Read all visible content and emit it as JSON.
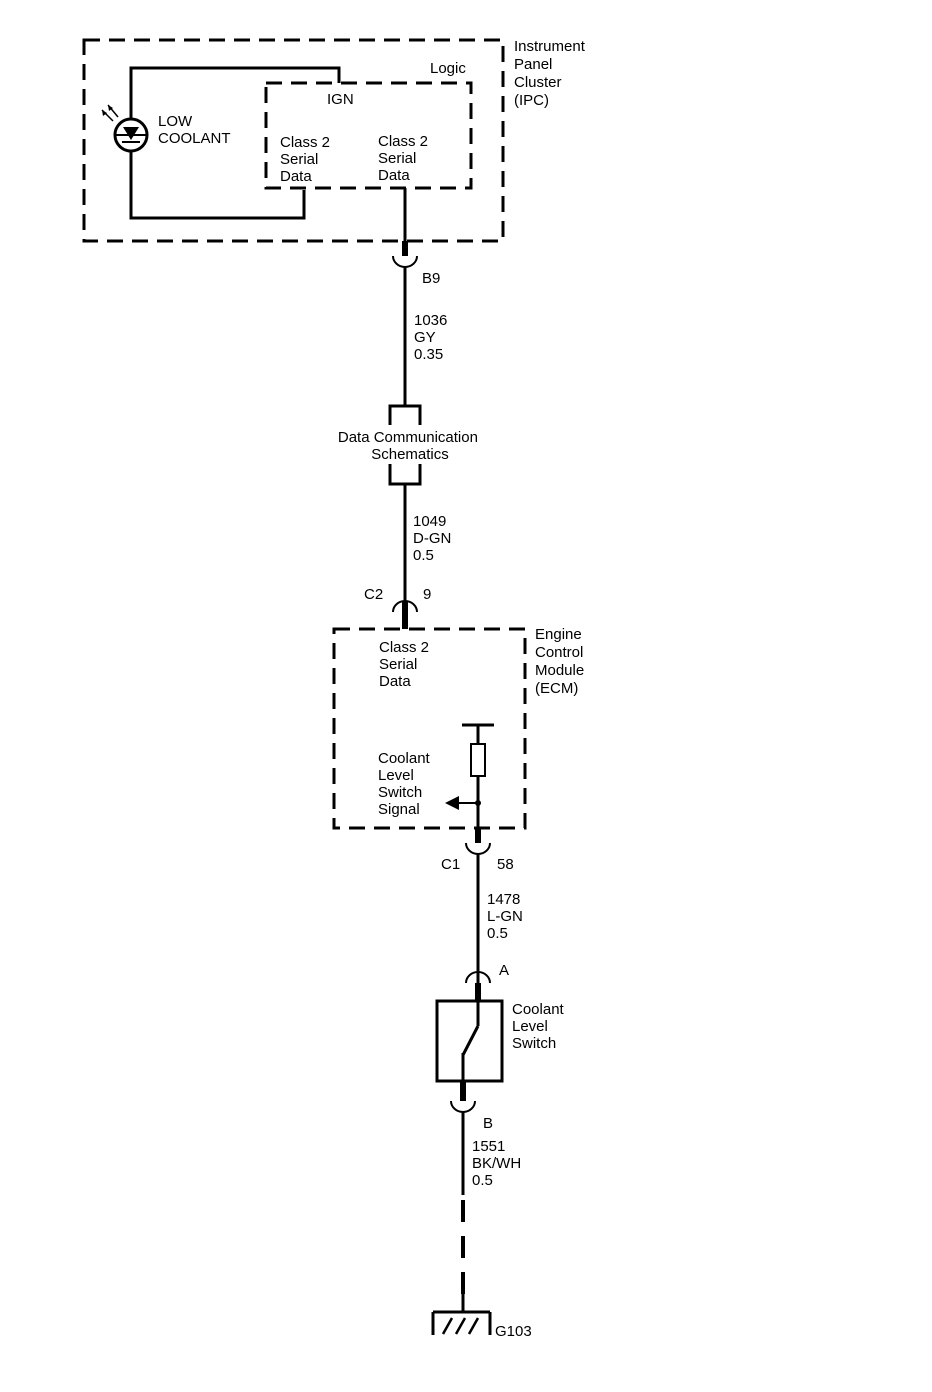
{
  "ipc": {
    "name": [
      "Instrument",
      "Panel",
      "Cluster",
      "(IPC)"
    ],
    "logic_label": "Logic",
    "ign_label": "IGN",
    "lamp_label": [
      "LOW",
      "COOLANT"
    ],
    "serial_data_left": [
      "Class 2",
      "Serial",
      "Data"
    ],
    "serial_data_right": [
      "Class 2",
      "Serial",
      "Data"
    ],
    "connector": "B9"
  },
  "wire_1036": {
    "circuit": "1036",
    "color": "GY",
    "size": "0.35"
  },
  "data_comm": {
    "label": [
      "Data Communication",
      "Schematics"
    ]
  },
  "wire_1049": {
    "circuit": "1049",
    "color": "D-GN",
    "size": "0.5"
  },
  "ecm": {
    "name": [
      "Engine",
      "Control",
      "Module",
      "(ECM)"
    ],
    "connector_top": "C2",
    "pin_top": "9",
    "serial_data": [
      "Class 2",
      "Serial",
      "Data"
    ],
    "signal_label": [
      "Coolant",
      "Level",
      "Switch",
      "Signal"
    ],
    "connector_bottom": "C1",
    "pin_bottom": "58"
  },
  "wire_1478": {
    "circuit": "1478",
    "color": "L-GN",
    "size": "0.5"
  },
  "switch": {
    "name": [
      "Coolant",
      "Level",
      "Switch"
    ],
    "terminal_a": "A",
    "terminal_b": "B"
  },
  "wire_1551": {
    "circuit": "1551",
    "color": "BK/WH",
    "size": "0.5"
  },
  "ground": {
    "label": "G103"
  }
}
